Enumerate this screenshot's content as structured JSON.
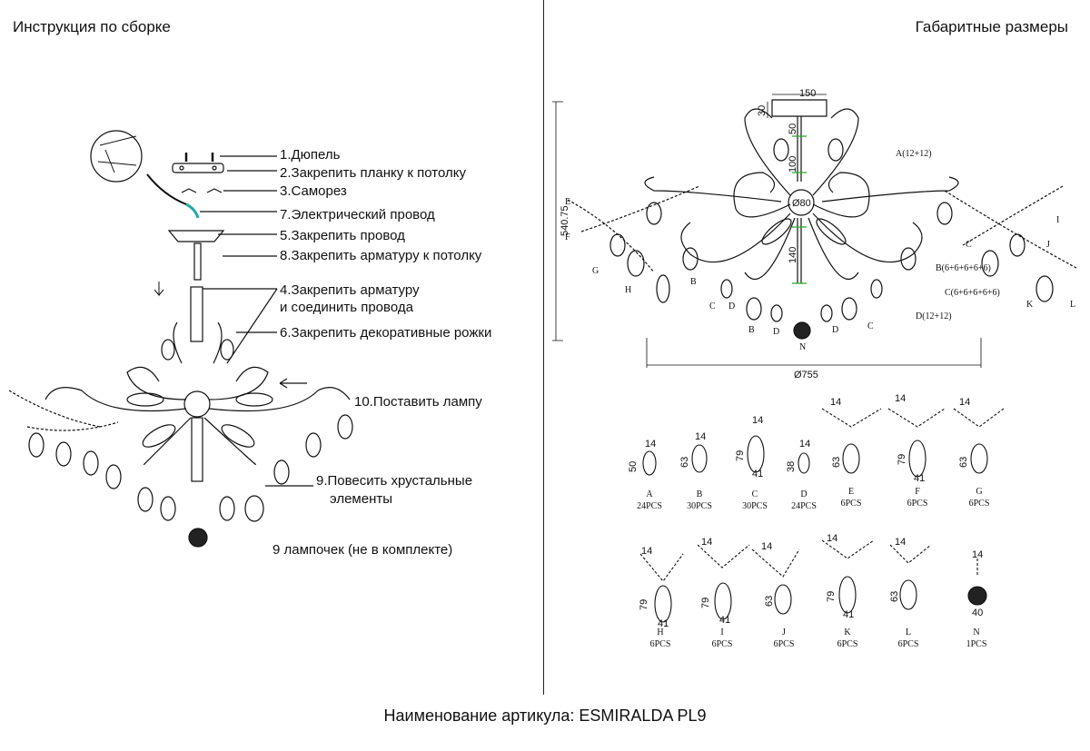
{
  "left_title": "Инструкция по сборке",
  "right_title": "Габаритные размеры",
  "footer": "Наименование артикула: ESMIRALDA PL9",
  "lamp_note": "9 лампочек (не в комплекте)",
  "steps": [
    "1.Дюпель",
    "2.Закрепить планку к потолку",
    "3.Саморез",
    "7.Электрический провод",
    "5.Закрепить провод",
    "8.Закрепить арматуру к потолку",
    "4.Закрепить арматуру",
    "и соединить провода",
    "6.Закрепить декоративные рожки",
    "10.Поставить лампу",
    "9.Повесить хрустальные",
    "элементы"
  ],
  "dimensions": {
    "top_width": "150",
    "top_height": "30",
    "segment_1": "50",
    "segment_2": "100",
    "segment_3": "140",
    "center_diameter": "Ø80",
    "total_height": "540.75",
    "total_diameter": "Ø755"
  },
  "diagram_callouts": [
    "A(12+12)",
    "B(6+6+6+6+6)",
    "C(6+6+6+6+6)",
    "D(12+12)",
    "E",
    "F",
    "G",
    "H",
    "I",
    "J",
    "K",
    "L",
    "N",
    "B",
    "C",
    "D",
    "C",
    "B",
    "D",
    "D",
    "C"
  ],
  "parts": [
    {
      "letter": "A",
      "qty": "24PCS",
      "dim": "50",
      "top": "14"
    },
    {
      "letter": "B",
      "qty": "30PCS",
      "dim": "63",
      "top": "14"
    },
    {
      "letter": "C",
      "qty": "30PCS",
      "dim": "79",
      "top": "14",
      "bottom": "41"
    },
    {
      "letter": "D",
      "qty": "24PCS",
      "dim": "38",
      "top": "14"
    },
    {
      "letter": "E",
      "qty": "6PCS",
      "dim": "63",
      "top": "14"
    },
    {
      "letter": "F",
      "qty": "6PCS",
      "dim": "79",
      "top": "14",
      "bottom": "41"
    },
    {
      "letter": "G",
      "qty": "6PCS",
      "dim": "63",
      "top": "14"
    },
    {
      "letter": "H",
      "qty": "6PCS",
      "dim": "79",
      "top": "14",
      "bottom": "41"
    },
    {
      "letter": "I",
      "qty": "6PCS",
      "dim": "79",
      "top": "14",
      "bottom": "41"
    },
    {
      "letter": "J",
      "qty": "6PCS",
      "dim": "63",
      "top": "14"
    },
    {
      "letter": "K",
      "qty": "6PCS",
      "dim": "79",
      "top": "14",
      "bottom": "41"
    },
    {
      "letter": "L",
      "qty": "6PCS",
      "dim": "63",
      "top": "14"
    },
    {
      "letter": "N",
      "qty": "1PCS",
      "dim": "40",
      "top": "14"
    }
  ]
}
